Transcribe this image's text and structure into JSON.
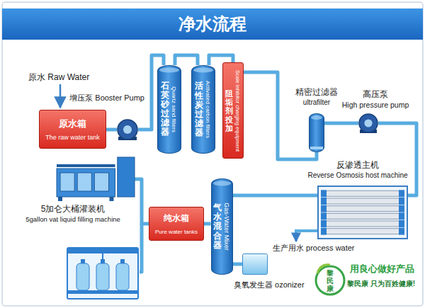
{
  "diagram": {
    "title": "净水流程",
    "nodes": [
      {
        "text": [
          "原水箱",
          "The raw water tank"
        ]
      },
      {
        "text": [
          "增压泵 Booster Pump"
        ]
      },
      {
        "text": [
          "石英砂过滤器",
          "Quartz sand filters"
        ]
      },
      {
        "text": [
          "活性炭过滤器",
          "Activated carbon filters"
        ]
      },
      {
        "text": [
          "阻垢剂投加",
          "Scale inhibitor charging equipment"
        ]
      },
      {
        "text": [
          "精密过滤器",
          "ultrafilter"
        ]
      },
      {
        "text": [
          "高压泵",
          "High pressure pump"
        ]
      },
      {
        "text": [
          "反渗透主机",
          "Reverse Osmosis host machine"
        ]
      },
      {
        "text": [
          "5加仑大桶灌装机",
          "5gallon vat liquid filling machine"
        ]
      },
      {
        "text": [
          "纯水箱",
          "Pure water tanks"
        ]
      },
      {
        "text": [
          "气水混合器",
          "Gas-Water Mixer"
        ]
      },
      {
        "text": [
          "臭氧发生器 ozonizer"
        ]
      }
    ],
    "edges": [
      {
        "from": 0,
        "to": 1,
        "arrow": "none"
      },
      {
        "from": 1,
        "to": 2,
        "arrow": "none"
      },
      {
        "from": 2,
        "to": 3,
        "arrow": "none"
      },
      {
        "from": 3,
        "to": 4,
        "arrow": "none"
      },
      {
        "from": 4,
        "to": 5,
        "arrow": "none"
      },
      {
        "from": 5,
        "to": 6,
        "arrow": "none"
      },
      {
        "from": 6,
        "to": 7,
        "arrow": "none"
      },
      {
        "from": 7,
        "to": 10,
        "arrow": "none"
      },
      {
        "from": 11,
        "to": 10,
        "arrow": "none"
      },
      {
        "from": 10,
        "to": 9,
        "arrow": "none"
      },
      {
        "from": 9,
        "to": 8,
        "arrow": "none"
      }
    ],
    "labels": [
      "原水 Raw Water",
      "生产用水 process water",
      "黎民康",
      "用良心做好产品",
      "黎民康 只为百姓健康!"
    ]
  }
}
